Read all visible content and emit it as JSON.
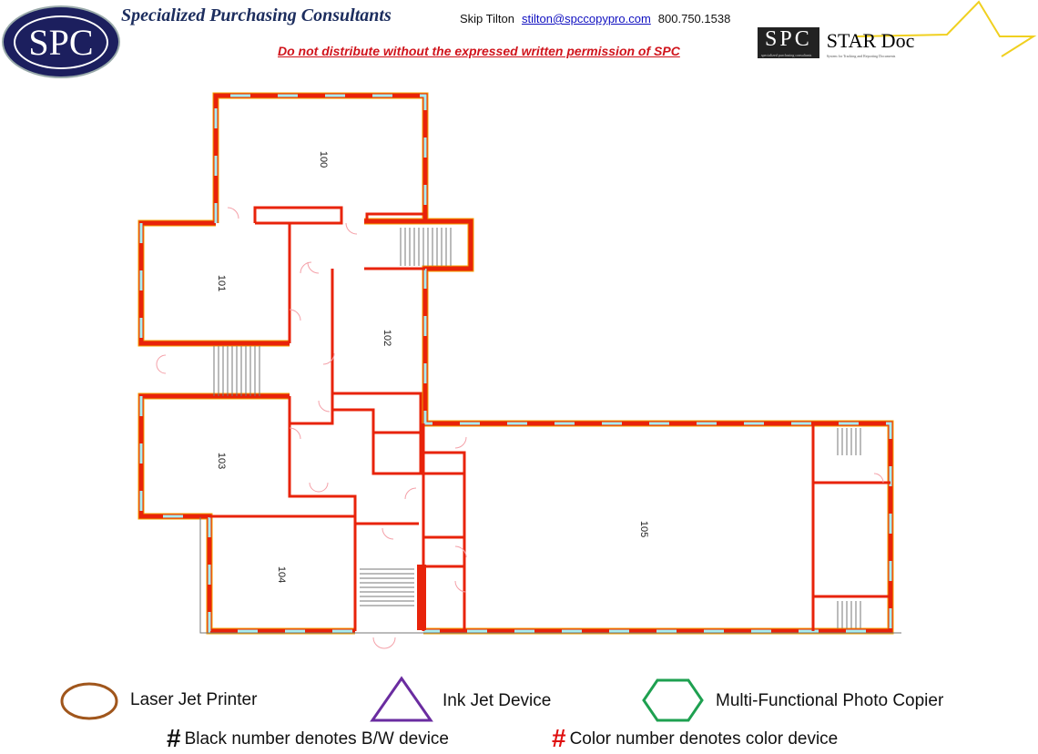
{
  "header": {
    "logo_text": "SPC",
    "company": "Specialized Purchasing Consultants",
    "contact_name": "Skip Tilton",
    "contact_email": "stilton@spccopypro.com",
    "contact_phone": "800.750.1538",
    "warning": "Do not distribute without the expressed written permission of SPC",
    "stardoc_logo": {
      "brand": "SPC",
      "brand_sub": "specialized purchasing consultants",
      "product": "STAR Doc",
      "product_sub": "System for Tracking and Reporting Documents"
    }
  },
  "rooms": [
    "100",
    "101",
    "102",
    "103",
    "104",
    "105"
  ],
  "colors": {
    "wall": "#e8230a",
    "wall_edge": "#f5a000",
    "window": "#a8eef0",
    "laser": "#a0561c",
    "inkjet": "#6a2ca0",
    "copier": "#1ea050",
    "color_number": "#e01010"
  },
  "legend": {
    "laser": "Laser Jet Printer",
    "inkjet": "Ink Jet Device",
    "copier": "Multi-Functional Photo Copier",
    "hash": "#",
    "bw_note": "Black number denotes B/W device",
    "color_note": "Color number denotes color device"
  }
}
